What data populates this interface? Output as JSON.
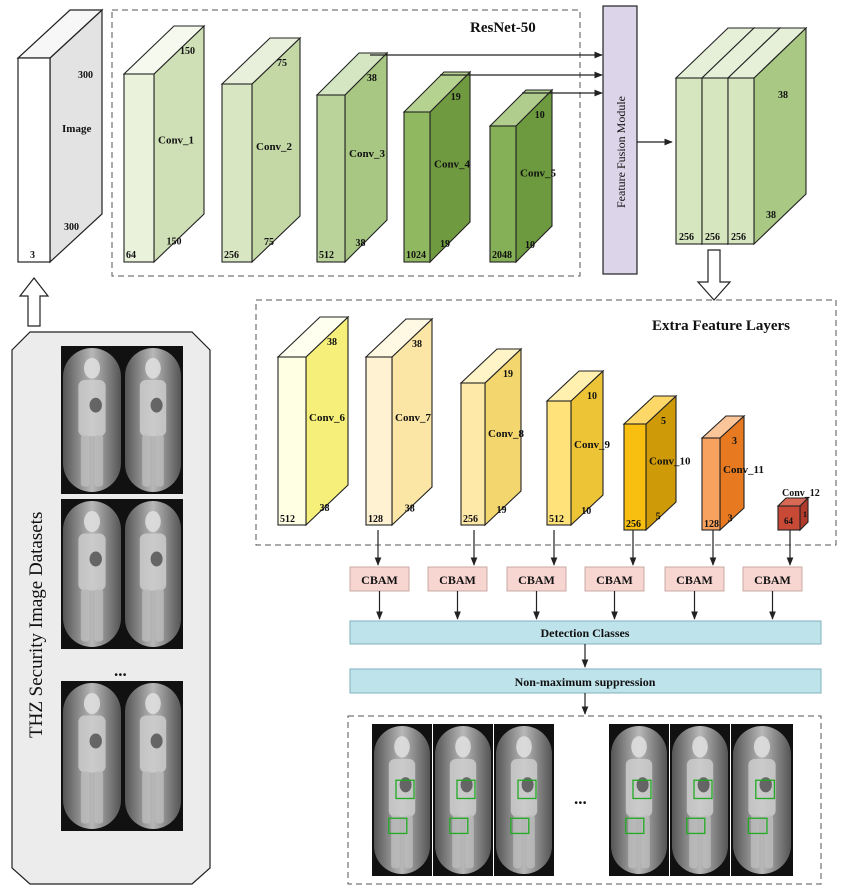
{
  "input": {
    "label": "Image",
    "width_dim": "300",
    "height_dim": "300",
    "channels": "3"
  },
  "dataset": {
    "label": "THZ Security Image Datasets",
    "ellipsis": "..."
  },
  "backbone": {
    "title": "ResNet-50",
    "layers": [
      {
        "label": "Conv_1",
        "dim_top": "150",
        "dim_bottom": "150",
        "channels": "64"
      },
      {
        "label": "Conv_2",
        "dim_top": "75",
        "dim_bottom": "75",
        "channels": "256"
      },
      {
        "label": "Conv_3",
        "dim_top": "38",
        "dim_bottom": "38",
        "channels": "512"
      },
      {
        "label": "Conv_4",
        "dim_top": "19",
        "dim_bottom": "19",
        "channels": "1024"
      },
      {
        "label": "Conv_5",
        "dim_top": "10",
        "dim_bottom": "10",
        "channels": "2048"
      }
    ]
  },
  "fusion": {
    "label": "Feature Fusion Module"
  },
  "fused": {
    "dim_top": "38",
    "dim_bottom": "38",
    "channels": [
      "256",
      "256",
      "256"
    ]
  },
  "extra": {
    "title": "Extra Feature Layers",
    "layers": [
      {
        "label": "Conv_6",
        "dim_top": "38",
        "dim_bottom": "38",
        "channels": "512"
      },
      {
        "label": "Conv_7",
        "dim_top": "38",
        "dim_bottom": "38",
        "channels": "128"
      },
      {
        "label": "Conv_8",
        "dim_top": "19",
        "dim_bottom": "19",
        "channels": "256"
      },
      {
        "label": "Conv_9",
        "dim_top": "10",
        "dim_bottom": "10",
        "channels": "512"
      },
      {
        "label": "Conv_10",
        "dim_top": "5",
        "dim_bottom": "5",
        "channels": "256"
      },
      {
        "label": "Conv_11",
        "dim_top": "3",
        "dim_bottom": "3",
        "channels": "128"
      },
      {
        "label": "Conv_12",
        "dim_top": "1",
        "channels": "64"
      }
    ]
  },
  "cbam_label": "CBAM",
  "detection": "Detection Classes",
  "nms": "Non-maximum suppression",
  "results": {
    "ellipsis": "..."
  },
  "colors": {
    "stroke": "#222222",
    "dash": "#555555",
    "backbone_front": [
      "#eaf2dc",
      "#d8e6c2",
      "#bad39a",
      "#8fb860",
      "#86b057"
    ],
    "backbone_side": [
      "#cfe0b6",
      "#c4d8a6",
      "#a7c783",
      "#6f9a3f",
      "#6d9a3f"
    ],
    "backbone_top": [
      "#f5f9ee",
      "#e8f0db",
      "#d5e6c2",
      "#b6d291",
      "#b0cd8d"
    ],
    "fused_front": "#d6e6bf",
    "fused_side": "#a8c884",
    "fused_top": "#e6f0d8",
    "fusion_fill": "#dcd4e8",
    "extra_front": [
      "#ffffe4",
      "#fff2d2",
      "#ffe9a8",
      "#ffe27a",
      "#f9bf10",
      "#f7a25e",
      "#c84a36"
    ],
    "extra_side": [
      "#f6f07a",
      "#fbe6a6",
      "#f3d66e",
      "#eec437",
      "#ce9a08",
      "#e77a20",
      "#b23a2b"
    ],
    "extra_top": [
      "#fffff0",
      "#fff8e2",
      "#fff3c8",
      "#fff0b0",
      "#fdd767",
      "#fbc59a",
      "#d86a55"
    ],
    "cbam_fill": "#f7d6d2",
    "cbam_stroke": "#c8a8a4",
    "det_fill": "#bfe3ea",
    "det_stroke": "#7fb0bc",
    "panel_fill": "#ececec",
    "scan_dark": "#111111",
    "scan_body": "#9a9a9a",
    "box_green": "#22aa22"
  }
}
